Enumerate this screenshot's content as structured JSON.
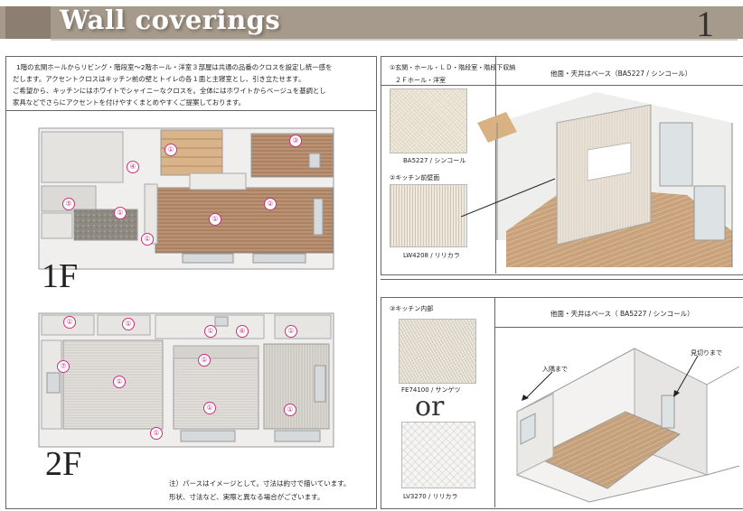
{
  "header": {
    "title": "Wall coverings",
    "page_number": "1"
  },
  "intro": {
    "line1": "1階の玄関ホールからリビング・階段室～2階ホール・洋室３部屋は共通の品番のクロスを設定し統一感を",
    "line2": "だします。アクセントクロスはキッチン前の壁とトイレの各１面と主寝室とし、引き立たせます。",
    "line3": "ご希望から、キッチンにはホワイトでシャイニーなクロスを。全体にはホワイトからベージュを基調とし",
    "line4": "家具などでさらにアクセントを付けやすくまとめやすくご提案しております。"
  },
  "floors": {
    "first": "1F",
    "second": "2F"
  },
  "markers_1f": [
    "①",
    "③",
    "④",
    "①",
    "②",
    "⑤",
    "①",
    "①"
  ],
  "markers_2f": [
    "①",
    "①",
    "①",
    "⑥",
    "①",
    "⑦",
    "①",
    "①",
    "①",
    "①",
    "①"
  ],
  "note": {
    "line1": "注）パースはイメージとして。寸法は約寸で描いています。",
    "line2": "形状、寸法など、実際と異なる場合がございます。"
  },
  "right_top": {
    "area_label": "①玄関・ホール・ＬＤ・階段室・階段下収納",
    "area_label2": "２Ｆホール・洋室",
    "base_note": "他面・天井はベース（BA5227 / シンコール）",
    "swatch1_code": "BA5227 / シンコール",
    "kitchen_front_label": "②キッチン前壁面",
    "swatch2_code": "LW4208 / リリカラ"
  },
  "right_bottom": {
    "area_label": "③キッチン内部",
    "base_note": "他面・天井はベース（ BA5227 / シンコール）",
    "swatch3_code": "FE74100 / サンゲツ",
    "or_text": "or",
    "swatch4_code": "LV3270 / リリカラ",
    "callout_left": "入隅まで",
    "callout_right": "見切りまで"
  },
  "colors": {
    "header": "#a69a8c",
    "header_tab": "#8c7f71",
    "marker": "#c8327a",
    "floor_wood": "#b08868"
  }
}
